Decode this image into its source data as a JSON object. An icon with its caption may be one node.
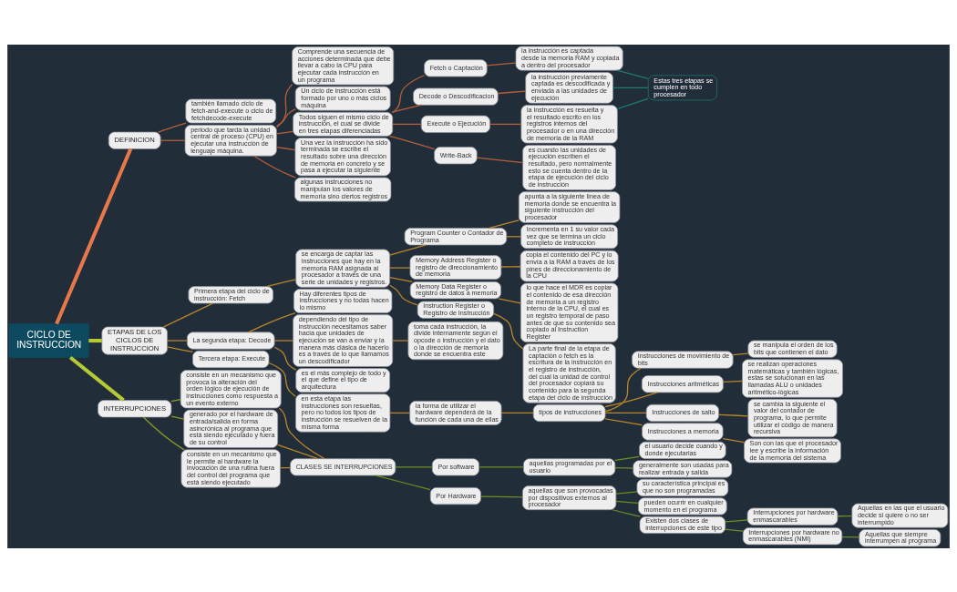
{
  "diagram": {
    "nodes": [
      {
        "text": [
          "CICLO DE INSTRUCCION"
        ]
      },
      {
        "text": [
          "DEFINICION"
        ]
      },
      {
        "text": [
          "también llamado ciclo de fetch-and-execute o ciclo de fetchdecode-execute"
        ]
      },
      {
        "text": [
          "periodo que tarda la unidad central de proceso (CPU) en ejecutar una instrucción de lenguaje máquina."
        ]
      },
      {
        "text": [
          "Comprende una secuencia de acciones determinada que debe llevar a cabo la CPU para ejecutar cada instrucción en un programa"
        ]
      },
      {
        "text": [
          "Un ciclo de instrucción está formado por uno o más ciclos máquina"
        ]
      },
      {
        "text": [
          "Todos siguen el mismo ciclo de instrucción, el cual se divide en tres etapas diferenciadas"
        ]
      },
      {
        "text": [
          "Fetch o Captación"
        ]
      },
      {
        "text": [
          "la instrucción es captada desde la memoria RAM y copiada a dentro del procesador"
        ]
      },
      {
        "text": [
          "Decode o Descodificacion"
        ]
      },
      {
        "text": [
          "la instrucción previamente captada es descodificada y enviada a las unidades de ejecución"
        ]
      },
      {
        "text": [
          "Execute o Ejecución"
        ]
      },
      {
        "text": [
          "la instrucción es resuelta y el resultado escrito en los registros internos del procesador o en una dirección de memoria de la RAM"
        ]
      },
      {
        "text": [
          "Write-Back"
        ]
      },
      {
        "text": [
          "es cuando las unidades de ejecución escriben el resultado, pero normalmente esto se cuenta dentro de la etapa de ejecución del ciclo de instrucción"
        ]
      },
      {
        "text": [
          "Estas tres etapas se cumplen en todo procesador"
        ]
      },
      {
        "text": [
          "Una vez la instrucción ha sido terminada se escribe el resultado sobre una dirección de memoria en concreto y se pasa a ejecutar la siguiente"
        ]
      },
      {
        "text": [
          "algunas instrucciones no manipulan los valores de memoria sino ciertos registros"
        ]
      },
      {
        "text": [
          "ETAPAS DE LOS CICLOS DE INSTRUCCION"
        ]
      },
      {
        "text": [
          "Primera etapa del ciclo de instrucción: Fetch"
        ]
      },
      {
        "text": [
          "se encarga de captar las instrucciones que hay en la memoria RAM asignada al procesador a través de una serie de unidades y registros."
        ]
      },
      {
        "text": [
          "Program Counter o Contador de Programa"
        ]
      },
      {
        "text": [
          "apunta a la siguiente línea de memoria donde se encuentra la siguiente instrucción del procesador"
        ]
      },
      {
        "text": [
          "Incrementa en 1 su valor cada vez que se termina un ciclo completo de instrucción"
        ]
      },
      {
        "text": [
          "Memory Address Register o registro de direccionamiento de memoria"
        ]
      },
      {
        "text": [
          "copia el contenido del PC y lo envía a la RAM a través de los pines de direccionamiento de la CPU"
        ]
      },
      {
        "text": [
          "Memory Data Register o registro de datos a memoria"
        ]
      },
      {
        "text": [
          "lo que hace el MDR es copiar el contenido de esa dirección de memoria a un registro interno de la CPU, el cual es un registro temporal de paso antes de que su contenido sea copiado al Instruction Register"
        ]
      },
      {
        "text": [
          "Instruction Register o Registro de Instrucción"
        ]
      },
      {
        "text": [
          "La parte final de la etapa de captación o fetch es la escritura de la instrucción en el registro de instrucción, del cual la unidad de control del procesador copiará su contenido para la segunda etapa del ciclo de instrucción"
        ]
      },
      {
        "text": [
          "La segunda etapa: Decode"
        ]
      },
      {
        "text": [
          "Hay diferentes tipos de instrucciones y no todas hacen lo mismo"
        ]
      },
      {
        "text": [
          "dependiendo del tipo de instrucción necesitamos saber hacia que unidades de ejecución se van a enviar y la manera más clásica de hacerlo es a través de lo que llamamos un descodificador"
        ]
      },
      {
        "text": [
          "toma cada instrucción, la divide internamente según el opcode o instrucción y el dato o la dirección de memoria donde se encuentra este"
        ]
      },
      {
        "text": [
          "es el más complejo de todo y el que define el tipo de arquitectura"
        ]
      },
      {
        "text": [
          "Tercera etapa: Execute"
        ]
      },
      {
        "text": [
          "en esta etapa las instrucciones son resueltas, pero no todos los tipos de instrucción se resuelven de la misma forma"
        ]
      },
      {
        "text": [
          "la forma de utilizar el hardware dependerá de la función de cada una de ellas"
        ]
      },
      {
        "text": [
          "tipos de instrucciones"
        ]
      },
      {
        "text": [
          "Instrucciones de movimiento de bits"
        ]
      },
      {
        "text": [
          "se manipula el orden de los bits que contienen el dato"
        ]
      },
      {
        "text": [
          "Instrucciones aritméticas"
        ]
      },
      {
        "text": [
          "se realizan operaciones matemáticas y también lógicas, estas se solucionan en las llamadas ALU o unidades aritmético-lógicas"
        ]
      },
      {
        "text": [
          "Instrucciones de salto"
        ]
      },
      {
        "text": [
          "se cambia la siguiente el valor del contador de programa, lo que permite utilizar el código de manera recursiva"
        ]
      },
      {
        "text": [
          "Instrucciones a memoria"
        ]
      },
      {
        "text": [
          "Son con las que el procesador lee y escribe la información de la memoria del sistema"
        ]
      },
      {
        "text": [
          "INTERRUPCIONES"
        ]
      },
      {
        "text": [
          "consiste en un mecanismo que provoca la alteración del orden lógico de ejecución de instrucciones como respuesta a un evento externo"
        ]
      },
      {
        "text": [
          "generado por el hardware de entrada/salida en forma asincrónica al programa que está siendo ejecutado y fuera de su control"
        ]
      },
      {
        "text": [
          "consiste en un mecanismo que le permite al hardware la invocación de una rutina fuera del control del programa que está siendo ejecutado"
        ]
      },
      {
        "text": [
          "CLASES SE INTERRUPCIONES"
        ]
      },
      {
        "text": [
          "Por software"
        ]
      },
      {
        "text": [
          "aquellas programadas por el usuario"
        ]
      },
      {
        "text": [
          "el usuario decide cuando y donde ejecutarlas"
        ]
      },
      {
        "text": [
          "generalmente son usadas para realizar entrada y salida"
        ]
      },
      {
        "text": [
          "Por Hardware"
        ]
      },
      {
        "text": [
          "aquellas que son provocadas por dispositivos externos al procesador"
        ]
      },
      {
        "text": [
          "su característica principal es que no son programadas"
        ]
      },
      {
        "text": [
          "pueden ocurrir en cualquier momento en el programa"
        ]
      },
      {
        "text": [
          "Existen dos clases de interrupciones de este tipo"
        ]
      },
      {
        "text": [
          "Interrupciones por hardware enmascarables"
        ]
      },
      {
        "text": [
          "Aquellas en las que el usuario decide si quiere o no ser interrumpido"
        ]
      },
      {
        "text": [
          "Interrupciones por hardware no enmascarables (NMI)"
        ]
      },
      {
        "text": [
          "Aquellas que siempre interrumpen al programa"
        ]
      }
    ],
    "edges": [
      {
        "from": 0,
        "to": 1,
        "arrow": "none",
        "style": "thick",
        "color": "#e8784a"
      },
      {
        "from": 0,
        "to": 18,
        "arrow": "none",
        "style": "thick",
        "color": "#b5c934"
      },
      {
        "from": 0,
        "to": 47,
        "arrow": "none",
        "style": "thick",
        "color": "#b5c934"
      },
      {
        "from": 1,
        "to": 2,
        "arrow": "none",
        "color": "#b5603a"
      },
      {
        "from": 1,
        "to": 3,
        "arrow": "none",
        "color": "#b5603a"
      },
      {
        "from": 3,
        "to": 4,
        "arrow": "none",
        "color": "#b5603a"
      },
      {
        "from": 3,
        "to": 5,
        "arrow": "none",
        "color": "#b5603a"
      },
      {
        "from": 3,
        "to": 6,
        "arrow": "none",
        "color": "#b5603a"
      },
      {
        "from": 3,
        "to": 16,
        "arrow": "none",
        "color": "#b5603a"
      },
      {
        "from": 3,
        "to": 17,
        "arrow": "none",
        "color": "#b5603a"
      },
      {
        "from": 6,
        "to": 7,
        "arrow": "none",
        "color": "#b5603a"
      },
      {
        "from": 6,
        "to": 9,
        "arrow": "none",
        "color": "#b5603a"
      },
      {
        "from": 6,
        "to": 11,
        "arrow": "none",
        "color": "#b5603a"
      },
      {
        "from": 6,
        "to": 13,
        "arrow": "none",
        "color": "#b5603a"
      },
      {
        "from": 7,
        "to": 8,
        "arrow": "none",
        "color": "#b5603a"
      },
      {
        "from": 9,
        "to": 10,
        "arrow": "none",
        "color": "#b5603a"
      },
      {
        "from": 11,
        "to": 12,
        "arrow": "none",
        "color": "#b5603a"
      },
      {
        "from": 13,
        "to": 14,
        "arrow": "none",
        "color": "#b5603a"
      },
      {
        "from": 8,
        "to": 15,
        "arrow": "none",
        "color": "#1e7a72"
      },
      {
        "from": 10,
        "to": 15,
        "arrow": "none",
        "color": "#1e7a72"
      },
      {
        "from": 12,
        "to": 15,
        "arrow": "none",
        "color": "#1e7a72"
      },
      {
        "from": 18,
        "to": 19,
        "arrow": "none"
      },
      {
        "from": 18,
        "to": 30,
        "arrow": "none"
      },
      {
        "from": 18,
        "to": 35,
        "arrow": "none"
      },
      {
        "from": 19,
        "to": 20,
        "arrow": "none"
      },
      {
        "from": 20,
        "to": 21,
        "arrow": "none"
      },
      {
        "from": 20,
        "to": 24,
        "arrow": "none"
      },
      {
        "from": 20,
        "to": 26,
        "arrow": "none"
      },
      {
        "from": 20,
        "to": 28,
        "arrow": "none"
      },
      {
        "from": 21,
        "to": 22,
        "arrow": "none"
      },
      {
        "from": 21,
        "to": 23,
        "arrow": "none"
      },
      {
        "from": 24,
        "to": 25,
        "arrow": "none"
      },
      {
        "from": 26,
        "to": 27,
        "arrow": "none"
      },
      {
        "from": 28,
        "to": 29,
        "arrow": "none"
      },
      {
        "from": 30,
        "to": 31,
        "arrow": "none"
      },
      {
        "from": 30,
        "to": 32,
        "arrow": "none"
      },
      {
        "from": 30,
        "to": 34,
        "arrow": "none"
      },
      {
        "from": 32,
        "to": 33,
        "arrow": "none"
      },
      {
        "from": 35,
        "to": 36,
        "arrow": "none"
      },
      {
        "from": 36,
        "to": 37,
        "arrow": "none"
      },
      {
        "from": 37,
        "to": 38,
        "arrow": "none"
      },
      {
        "from": 38,
        "to": 39,
        "arrow": "none"
      },
      {
        "from": 38,
        "to": 41,
        "arrow": "none"
      },
      {
        "from": 38,
        "to": 43,
        "arrow": "none"
      },
      {
        "from": 38,
        "to": 45,
        "arrow": "none"
      },
      {
        "from": 39,
        "to": 40,
        "arrow": "none"
      },
      {
        "from": 41,
        "to": 42,
        "arrow": "none"
      },
      {
        "from": 43,
        "to": 44,
        "arrow": "none"
      },
      {
        "from": 45,
        "to": 46,
        "arrow": "none"
      },
      {
        "from": 47,
        "to": 48,
        "arrow": "none",
        "color": "#8a9a2a"
      },
      {
        "from": 47,
        "to": 49,
        "arrow": "none",
        "color": "#8a9a2a"
      },
      {
        "from": 47,
        "to": 50,
        "arrow": "none",
        "color": "#8a9a2a"
      },
      {
        "from": 48,
        "to": 51,
        "arrow": "none"
      },
      {
        "from": 49,
        "to": 51,
        "arrow": "none"
      },
      {
        "from": 50,
        "to": 51,
        "arrow": "none"
      },
      {
        "from": 51,
        "to": 52,
        "arrow": "none",
        "color": "#6b8e23"
      },
      {
        "from": 51,
        "to": 56,
        "arrow": "none",
        "color": "#6b8e23"
      },
      {
        "from": 52,
        "to": 53,
        "arrow": "none",
        "color": "#6b8e23"
      },
      {
        "from": 53,
        "to": 54,
        "arrow": "none",
        "color": "#6b8e23"
      },
      {
        "from": 53,
        "to": 55,
        "arrow": "none",
        "color": "#6b8e23"
      },
      {
        "from": 56,
        "to": 57,
        "arrow": "none",
        "color": "#6b8e23"
      },
      {
        "from": 57,
        "to": 58,
        "arrow": "none",
        "color": "#6b8e23"
      },
      {
        "from": 57,
        "to": 59,
        "arrow": "none",
        "color": "#6b8e23"
      },
      {
        "from": 57,
        "to": 60,
        "arrow": "none",
        "color": "#6b8e23"
      },
      {
        "from": 60,
        "to": 61,
        "arrow": "none",
        "color": "#6b8e23"
      },
      {
        "from": 60,
        "to": 63,
        "arrow": "none",
        "color": "#6b8e23"
      },
      {
        "from": 61,
        "to": 62,
        "arrow": "none",
        "color": "#6b8e23"
      },
      {
        "from": 63,
        "to": 64,
        "arrow": "none",
        "color": "#6b8e23"
      }
    ]
  }
}
